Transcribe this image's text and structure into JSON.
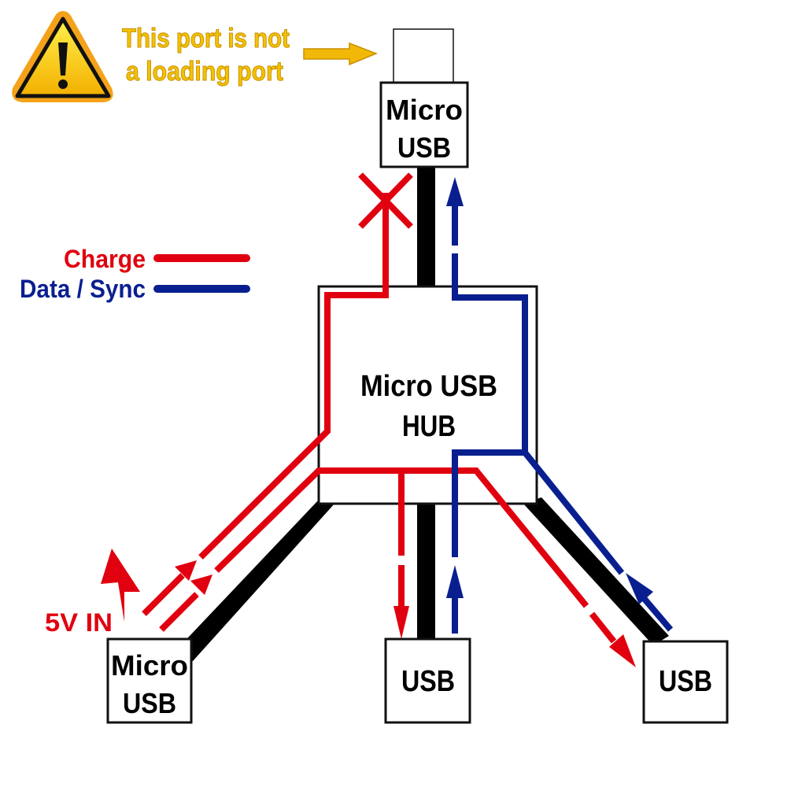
{
  "warning": {
    "line1": "This port is not",
    "line2": "a loading port",
    "icon": "warning-triangle-icon"
  },
  "legend": {
    "charge_label": "Charge",
    "data_label": "Data / Sync"
  },
  "ports": {
    "top": {
      "line1": "Micro",
      "line2": "USB"
    },
    "hub": {
      "line1": "Micro USB",
      "line2": "HUB"
    },
    "bottom_left": {
      "line1": "Micro",
      "line2": "USB"
    },
    "bottom_middle": {
      "label": "USB"
    },
    "bottom_right": {
      "label": "USB"
    }
  },
  "power_label": "5V IN",
  "colors": {
    "charge": "#e0000f",
    "data": "#0a1f8f",
    "warning": "#f2b807",
    "cable": "#000000"
  }
}
